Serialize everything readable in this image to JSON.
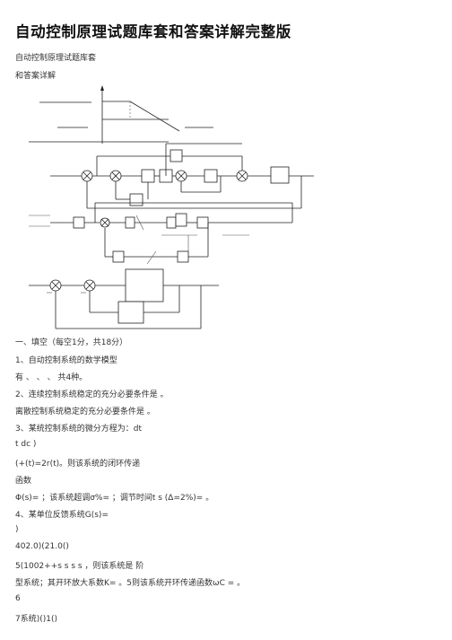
{
  "document": {
    "title": "自动控制原理试题库套和答案详解完整版",
    "subtitle_1": "自动控制原理试题库套",
    "subtitle_2": "和答案详解",
    "section_heading": "一、填空（每空1分，共18分）",
    "lines": [
      "1、自动控制系统的数学模型",
      "有 、 、 、 共4种。",
      "2、连续控制系统稳定的充分必要条件是 。",
      "离散控制系统稳定的充分必要条件是 。",
      "3、某统控制系统的微分方程为：dt",
      "t dc )",
      "(+(t)=2r(t)。则该系统的闭环传递",
      "函数",
      "Φ(s)= ；该系统超调σ%= ；调节时间t s (Δ=2%)= 。",
      "4、某单位反馈系统G(s)=",
      ")",
      "402.0)(21.0()",
      "5(1002++s s s s ，则该系统是 阶",
      "型系统；其开环放大系数K= 。5则该系统开环传递函数ωC = 。",
      "6",
      "7系统)()1()"
    ]
  }
}
